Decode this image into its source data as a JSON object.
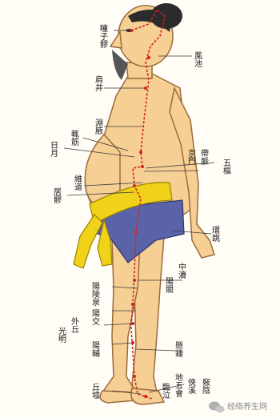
{
  "colors": {
    "skin": "#f6cf94",
    "skin_outline": "#9b6a3a",
    "meridian": "#d42020",
    "cloth_blue": "#5a63a8",
    "sash_yellow": "#f0d21a",
    "hair": "#2b2b2b",
    "leader": "#3a3a3a"
  },
  "points": {
    "tongziliao": "瞳子髎",
    "fengchi": "風池",
    "jianjing": "肩井",
    "yuanye": "淵腋",
    "zhejin": "輒筋",
    "riyue": "日月",
    "jingmen": "京門",
    "daimai": "帶脈",
    "wushu": "五樞",
    "weidao": "維道",
    "juliao": "居髎",
    "huantiao": "環跳",
    "zhongdu": "中瀆",
    "yangguan": "陽關",
    "yanglingquan": "陽陵泉",
    "yangjiao": "陽交",
    "waiqiu": "外丘",
    "guangming": "光明",
    "yangfu": "陽輔",
    "xuanzhong": "懸鍾",
    "diwuhui": "地五會",
    "xiaxi": "俠溪",
    "qiuxu": "丘墟",
    "zulinqi": "臨泣",
    "zuqiaoyin": "竅陰"
  },
  "watermark": {
    "icon": "wechat-icon",
    "text": "经络养生网"
  }
}
